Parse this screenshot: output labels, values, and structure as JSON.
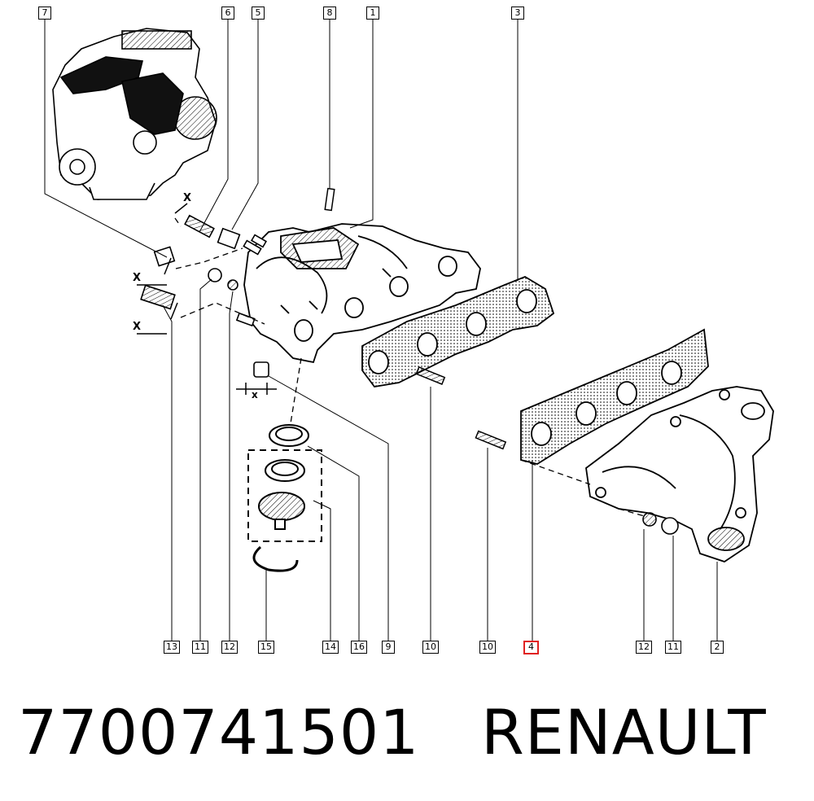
{
  "callouts": {
    "top": [
      "7",
      "6",
      "5",
      "8",
      "1",
      "3"
    ],
    "bottom": [
      "13",
      "11",
      "12",
      "15",
      "14",
      "16",
      "9",
      "10",
      "10",
      "4",
      "12",
      "11",
      "2"
    ]
  },
  "highlighted_callout": "4",
  "dimension_label": "X",
  "dimension_label_small": "x",
  "footer": {
    "part_number": "7700741501",
    "brand": "RENAULT"
  },
  "colors": {
    "line": "#000000",
    "highlight": "#e02020",
    "gasket_fill": "#d9d9d9",
    "background": "#ffffff"
  }
}
